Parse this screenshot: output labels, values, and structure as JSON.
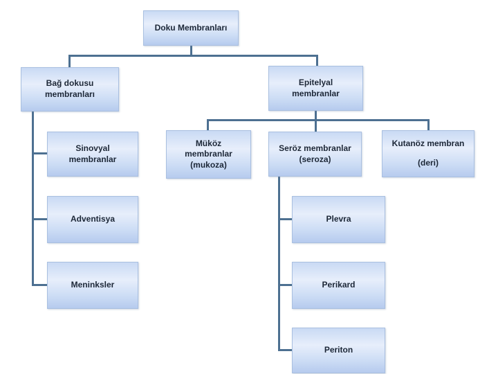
{
  "diagram": {
    "type": "org-chart",
    "title": "Doku Membranları",
    "colors": {
      "background": "#ffffff",
      "node_fill_top": "#c9daf4",
      "node_fill_mid": "#e7eefb",
      "node_fill_bottom": "#b6cbee",
      "node_border": "#a9bfe0",
      "connector": "#4d7091",
      "text": "#1c2737"
    },
    "nodes": {
      "root": {
        "label": "Doku Membranları"
      },
      "bag": {
        "label": "Bağ dokusu\nmembranları"
      },
      "epitelyal": {
        "label": "Epitelyal\nmembranlar"
      },
      "sinovyal": {
        "label": "Sinovyal\nmembranlar"
      },
      "mukoz": {
        "label": "Müköz\nmembranlar\n(mukoza)"
      },
      "seroz": {
        "label": "Seröz membranlar\n(seroza)"
      },
      "kutanoz": {
        "label": "Kutanöz membran\n(deri)"
      },
      "adventisya": {
        "label": "Adventisya"
      },
      "plevra": {
        "label": "Plevra"
      },
      "meninksler": {
        "label": "Meninksler"
      },
      "perikard": {
        "label": "Perikard"
      },
      "periton": {
        "label": "Periton"
      }
    },
    "edges": [
      [
        "root",
        "bag"
      ],
      [
        "root",
        "epitelyal"
      ],
      [
        "bag",
        "sinovyal"
      ],
      [
        "bag",
        "adventisya"
      ],
      [
        "bag",
        "meninksler"
      ],
      [
        "epitelyal",
        "mukoz"
      ],
      [
        "epitelyal",
        "seroz"
      ],
      [
        "epitelyal",
        "kutanoz"
      ],
      [
        "seroz",
        "plevra"
      ],
      [
        "seroz",
        "perikard"
      ],
      [
        "seroz",
        "periton"
      ]
    ]
  }
}
